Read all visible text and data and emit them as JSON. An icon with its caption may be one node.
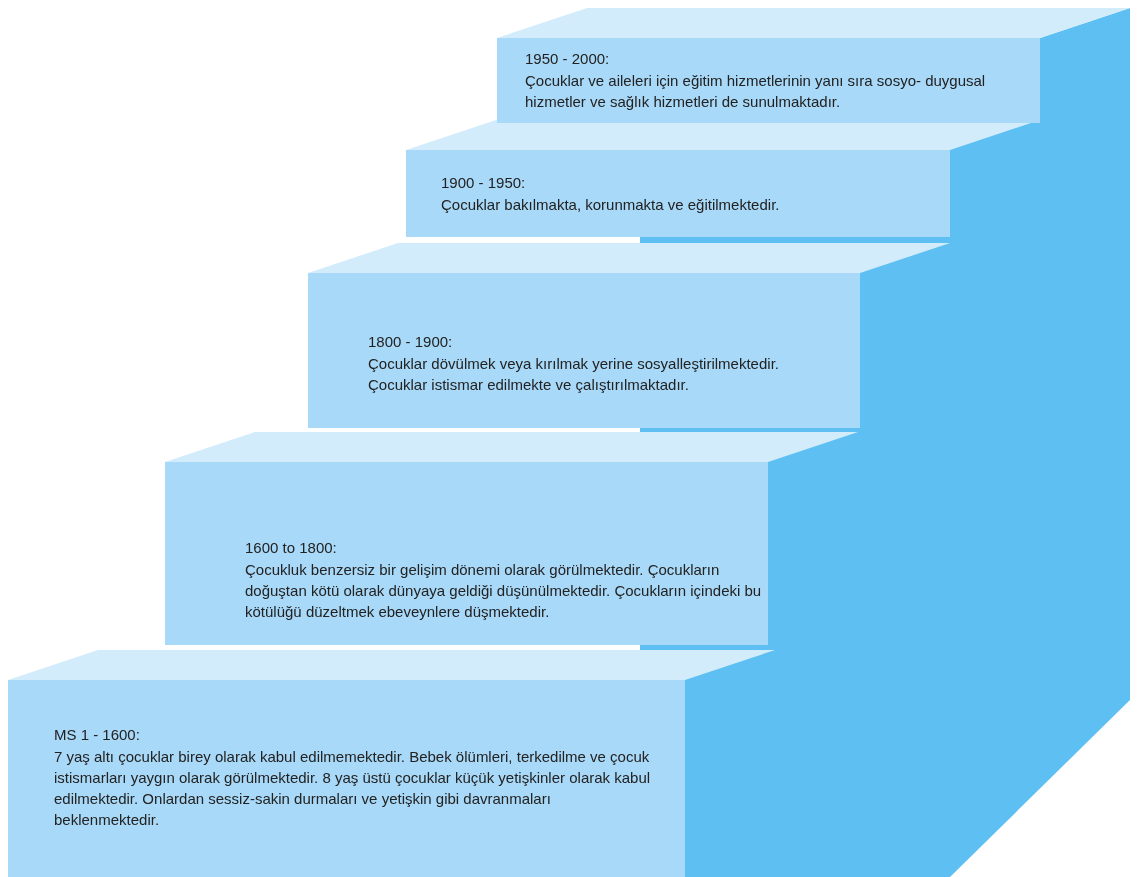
{
  "diagram": {
    "nodes": [
      {
        "text": [
          "MS 1 - 1600:",
          "7 yaş altı çocuklar birey olarak kabul edilmemektedir. Bebek ölümleri, terkedilme ve çocuk istismarları yaygın olarak görülmektedir. 8 yaş üstü çocuklar küçük yetişkinler olarak kabul edilmektedir. Onlardan sessiz-sakin durmaları ve yetişkin gibi davranmaları beklenmektedir."
        ]
      },
      {
        "text": [
          "1600 to 1800:",
          "Çocukluk benzersiz bir gelişim dönemi olarak görülmektedir. Çocukların doğuştan kötü olarak dünyaya geldiği düşünülmektedir. Çocukların içindeki bu kötülüğü düzeltmek ebeveynlere düşmektedir."
        ]
      },
      {
        "text": [
          "1800 - 1900:",
          "Çocuklar dövülmek veya kırılmak yerine sosyalleştirilmektedir. Çocuklar istismar edilmekte ve çalıştırılmaktadır."
        ]
      },
      {
        "text": [
          "1900 - 1950:",
          "Çocuklar bakılmakta, korunmakta ve eğitilmektedir."
        ]
      },
      {
        "text": [
          "1950 - 2000:",
          "Çocuklar ve aileleri için eğitim hizmetlerinin yanı sıra sosyo- duygusal hizmetler ve sağlık hizmetleri de sunulmaktadır."
        ]
      }
    ]
  }
}
